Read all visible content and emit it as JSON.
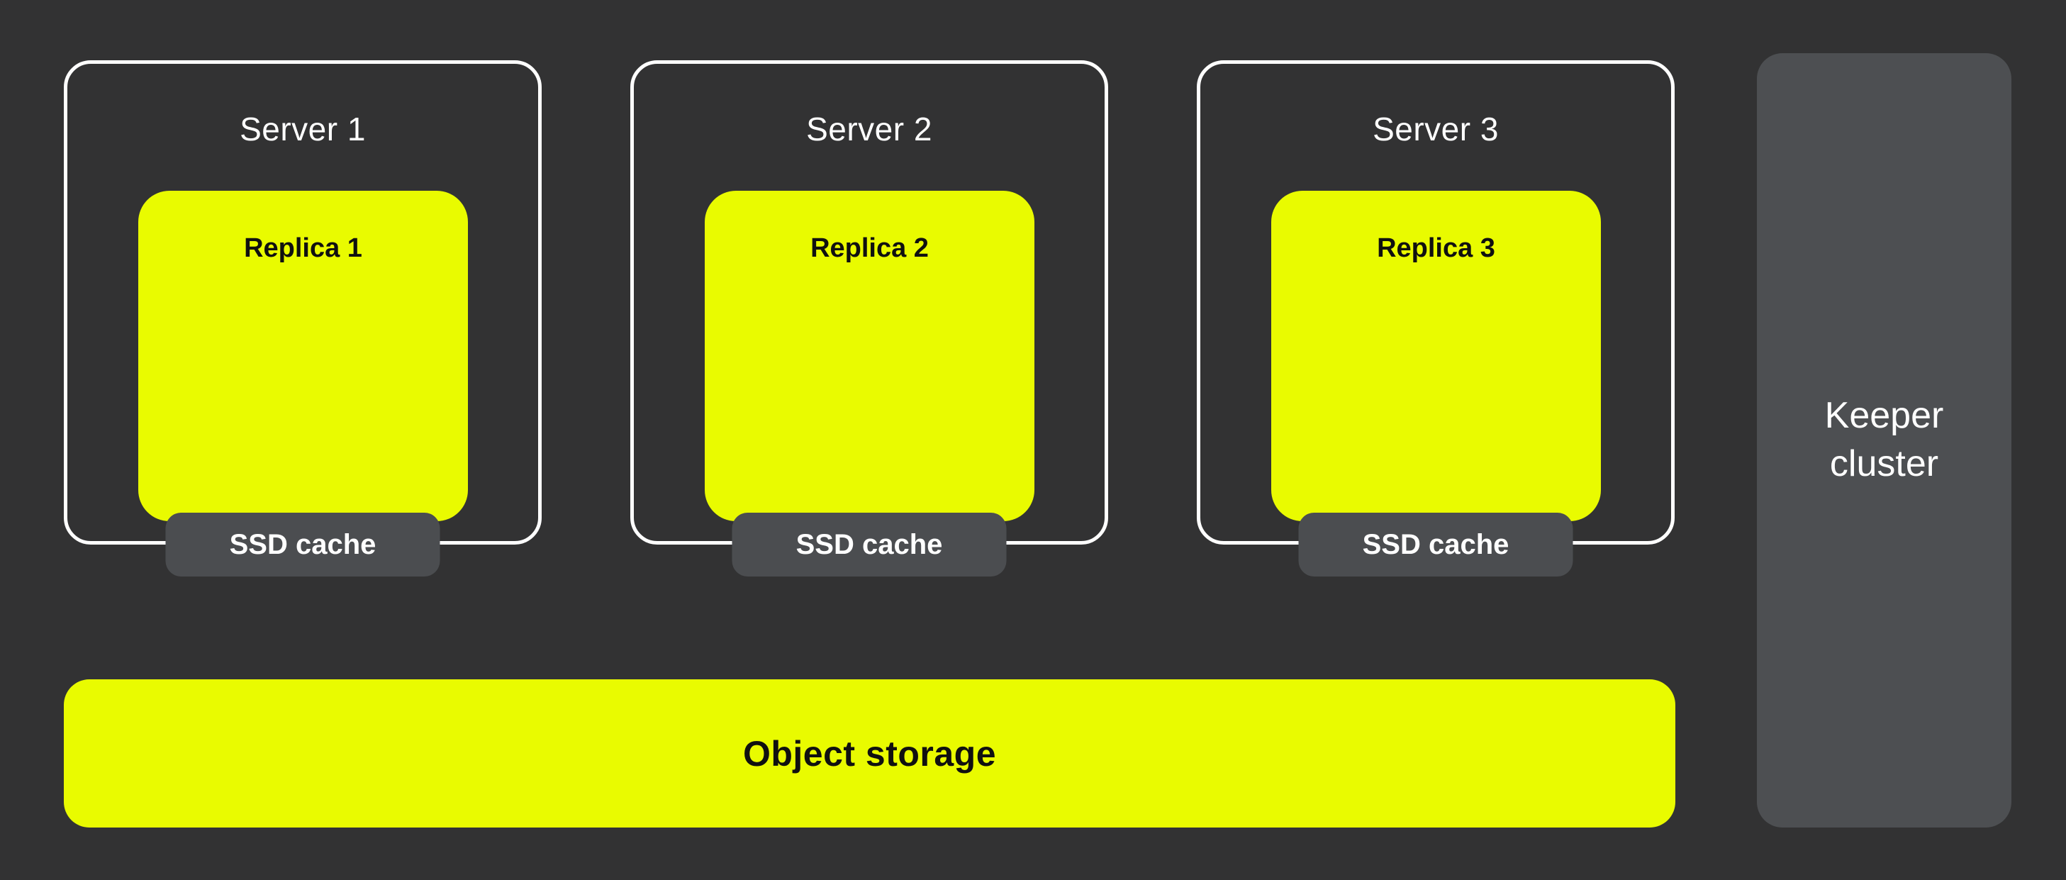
{
  "diagram": {
    "kind": "architecture-diagram",
    "servers": [
      {
        "label": "Server 1",
        "replica_label": "Replica 1",
        "cache_label": "SSD cache"
      },
      {
        "label": "Server 2",
        "replica_label": "Replica 2",
        "cache_label": "SSD cache"
      },
      {
        "label": "Server 3",
        "replica_label": "Replica 3",
        "cache_label": "SSD cache"
      }
    ],
    "object_storage": {
      "label": "Object storage"
    },
    "keeper_cluster": {
      "label": "Keeper cluster"
    }
  },
  "colors": {
    "bg": "#323233",
    "yellow": "#E9FB00",
    "border": "#FFFFFF",
    "badge": "#4B4D50",
    "keeper": "#4D4F52",
    "text-light": "#FFFFFF",
    "text-dark": "#101010"
  }
}
